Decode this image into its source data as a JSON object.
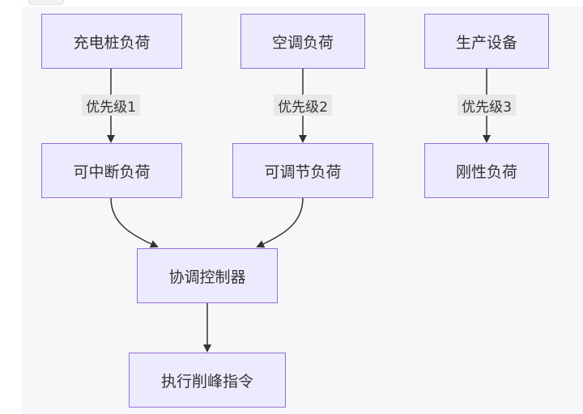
{
  "nodes": {
    "charging_load": "充电桩负荷",
    "ac_load": "空调负荷",
    "production_equipment": "生产设备",
    "interruptible_load": "可中断负荷",
    "adjustable_load": "可调节负荷",
    "rigid_load": "刚性负荷",
    "coordination_controller": "协调控制器",
    "peak_shaving_command": "执行削峰指令"
  },
  "edge_labels": {
    "priority_1": "优先级1",
    "priority_2": "优先级2",
    "priority_3": "优先级3"
  },
  "colors": {
    "node_fill": "#ecebfe",
    "node_border": "#9470d9",
    "edge_line": "#333333",
    "label_bg": "#e8e8e8"
  }
}
